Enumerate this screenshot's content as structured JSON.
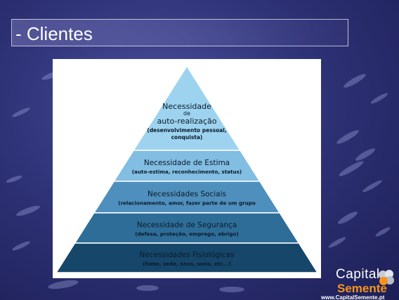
{
  "slide": {
    "title": "- Clientes"
  },
  "pyramid": {
    "levels": [
      {
        "lines": [
          "Necessidade",
          "de",
          "auto-realização"
        ],
        "detail": [
          "(desenvolvimento pessoal,",
          "conquista)"
        ],
        "color": "#9dd3ef"
      },
      {
        "lines": [
          "Necessidade de Estima"
        ],
        "detail": [
          "(auto-estima, reconhecimento, status)"
        ],
        "color": "#82bde2"
      },
      {
        "lines": [
          "Necessidades Sociais"
        ],
        "detail": [
          "(relacionamento, amor, fazer parte de um grupo"
        ],
        "color": "#4f8fbd"
      },
      {
        "lines": [
          "Necessidade de Segurança"
        ],
        "detail": [
          "(defesa, proteção, emprego, abrigo)"
        ],
        "color": "#2e6d98"
      },
      {
        "lines": [
          "Necessidades Fisiológicas"
        ],
        "detail": [
          "(fome, sede, sexo, sono, etc...)"
        ],
        "color": "#16466a"
      }
    ]
  },
  "logo": {
    "line1": "Capital",
    "line2": "Semente",
    "url": "www.CapitalSemente.pt",
    "accent_color": "#f7941d"
  }
}
